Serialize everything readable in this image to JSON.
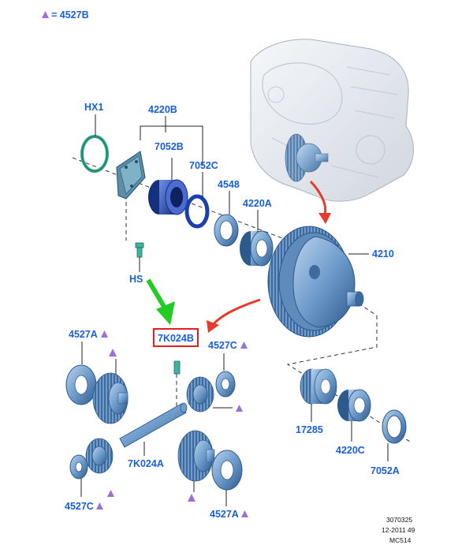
{
  "legend": {
    "text": "= 4527B",
    "symbol_color": "#9b6fd6"
  },
  "labels": {
    "hx1": "HX1",
    "p4220b": "4220B",
    "p7052b": "7052B",
    "p7052c": "7052C",
    "p4548": "4548",
    "p4220a": "4220A",
    "p4210": "4210",
    "hs": "HS",
    "p7k024b": "7K024B",
    "p4527a_left": "4527A",
    "p4527c_right": "4527C",
    "p17285": "17285",
    "p4220c": "4220C",
    "p7052a": "7052A",
    "p7k024a": "7K024A",
    "p4527c_left": "4527C",
    "p4527a_bottom": "4527A"
  },
  "reference": {
    "line1": "3070325",
    "line2": "12-2011 49",
    "line3": "MC514"
  },
  "colors": {
    "label": "#1a5fd6",
    "highlight_box": "#e02020",
    "green_arrow": "#22cc22",
    "red_arrow": "#e83a2a",
    "part_fill": "#6f9ccb",
    "part_dark": "#2c5a8c",
    "green_ring": "#2fa38a",
    "navy_ring": "#1d3fae"
  }
}
